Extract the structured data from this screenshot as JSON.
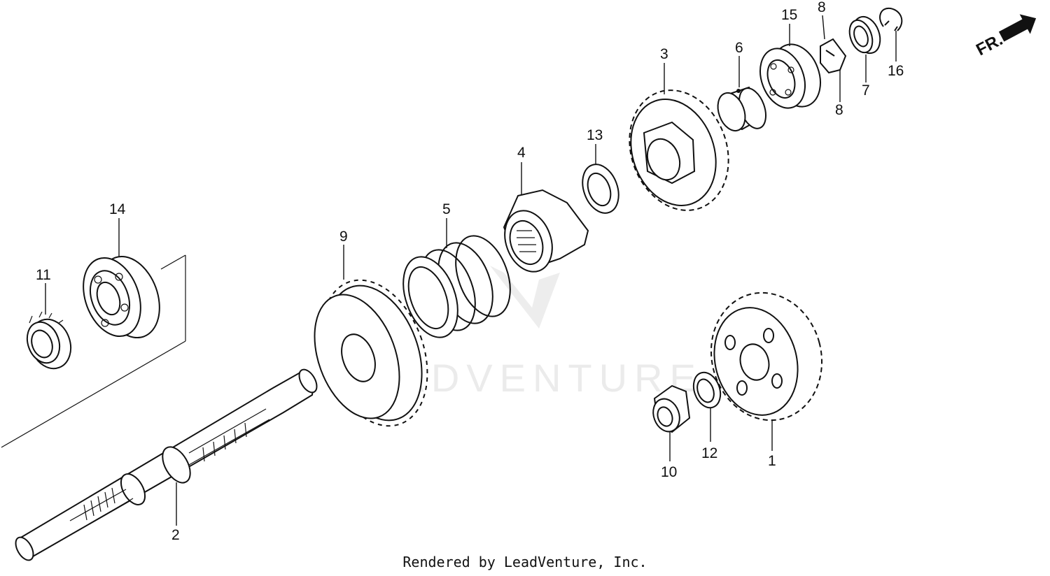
{
  "credit": "Rendered by LeadVenture, Inc.",
  "watermark": "LEADVENTURE",
  "direction_marker": "FR.",
  "callouts": {
    "p1": "1",
    "p2": "2",
    "p3": "3",
    "p4": "4",
    "p5": "5",
    "p6": "6",
    "p7": "7",
    "p8a": "8",
    "p8b": "8",
    "p9": "9",
    "p10": "10",
    "p11": "11",
    "p12": "12",
    "p13": "13",
    "p14": "14",
    "p15": "15",
    "p16": "16"
  }
}
